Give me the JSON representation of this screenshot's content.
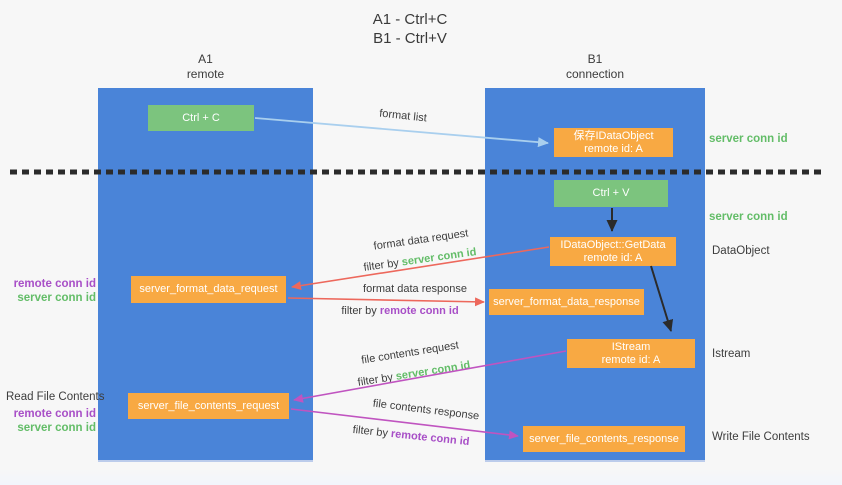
{
  "title": {
    "line1": "A1 - Ctrl+C",
    "line2": "B1 - Ctrl+V"
  },
  "lanes": {
    "left": {
      "name": "A1",
      "role": "remote"
    },
    "right": {
      "name": "B1",
      "role": "connection"
    }
  },
  "boxes": {
    "ctrl_c": {
      "label": "Ctrl + C"
    },
    "save_idataobject": {
      "line1": "保存IDataObject",
      "line2": "remote id: A"
    },
    "ctrl_v": {
      "label": "Ctrl + V"
    },
    "getdata": {
      "line1": "IDataObject::GetData",
      "line2": "remote id: A"
    },
    "format_request": {
      "label": "server_format_data_request"
    },
    "format_response": {
      "label": "server_format_data_response"
    },
    "istream": {
      "line1": "IStream",
      "line2": "remote id: A"
    },
    "file_request": {
      "label": "server_file_contents_request"
    },
    "file_response": {
      "label": "server_file_contents_response"
    }
  },
  "arrows": {
    "format_list": {
      "label": "format list"
    },
    "format_data_request": {
      "label": "format data request",
      "filter_prefix": "filter by",
      "filter_key": "server conn id"
    },
    "format_data_response": {
      "label": "format data response",
      "filter_prefix": "filter by",
      "filter_key": "remote conn id"
    },
    "file_contents_request": {
      "label": "file contents request",
      "filter_prefix": "filter by",
      "filter_key": "server conn id"
    },
    "file_contents_response": {
      "label": "file contents response",
      "filter_prefix": "filter by",
      "filter_key": "remote conn id"
    }
  },
  "annotations": {
    "right": {
      "server_conn_id_top": "server conn id",
      "server_conn_id_mid": "server conn id",
      "dataobject": "DataObject",
      "istream": "Istream",
      "write_file_contents": "Write File Contents"
    },
    "left": {
      "remote_conn_id_top": "remote conn id",
      "server_conn_id_top": "server conn id",
      "read_file_contents": "Read File Contents",
      "remote_conn_id_bottom": "remote conn id",
      "server_conn_id_bottom": "server conn id"
    }
  },
  "colors": {
    "lane_blue": "#4a84d8",
    "box_green": "#7cc47e",
    "box_orange": "#f8a943",
    "arrow_blue": "#a9cfee",
    "arrow_red": "#ed685c",
    "arrow_magenta": "#c054c0",
    "arrow_black": "#2b2b2b",
    "label_green": "#63bd68",
    "label_purple": "#a84fc7"
  }
}
